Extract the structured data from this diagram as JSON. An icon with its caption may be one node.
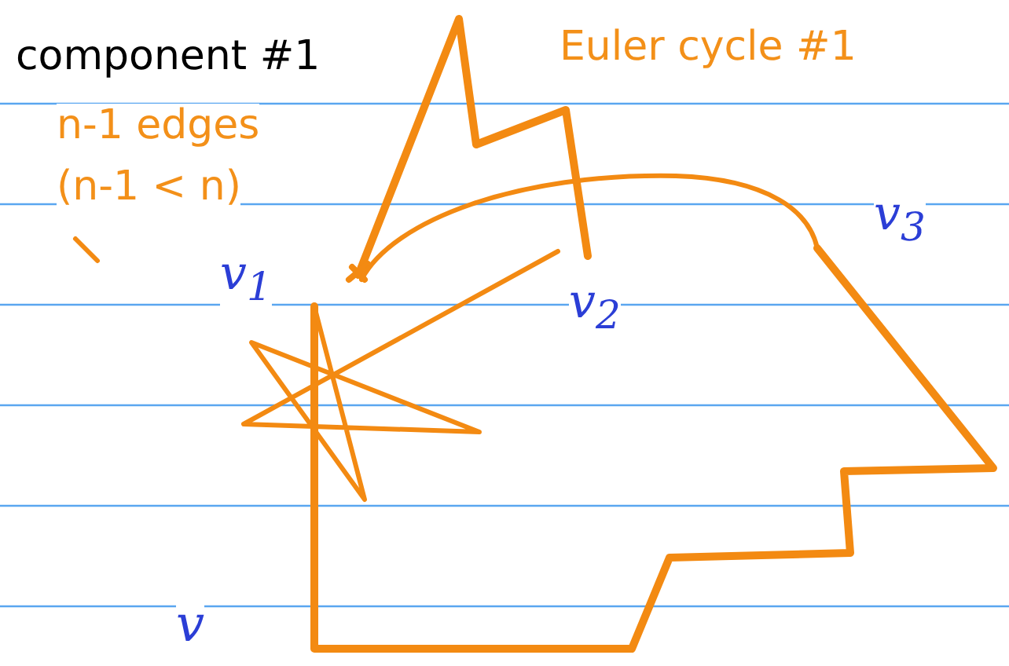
{
  "diagram": {
    "labels": [
      "component #1",
      "Euler cycle #1",
      "n-1 edges",
      "(n-1 < n)",
      "v$_{1}$",
      "v$_{2}$",
      "v$_{3}$",
      "v"
    ]
  }
}
